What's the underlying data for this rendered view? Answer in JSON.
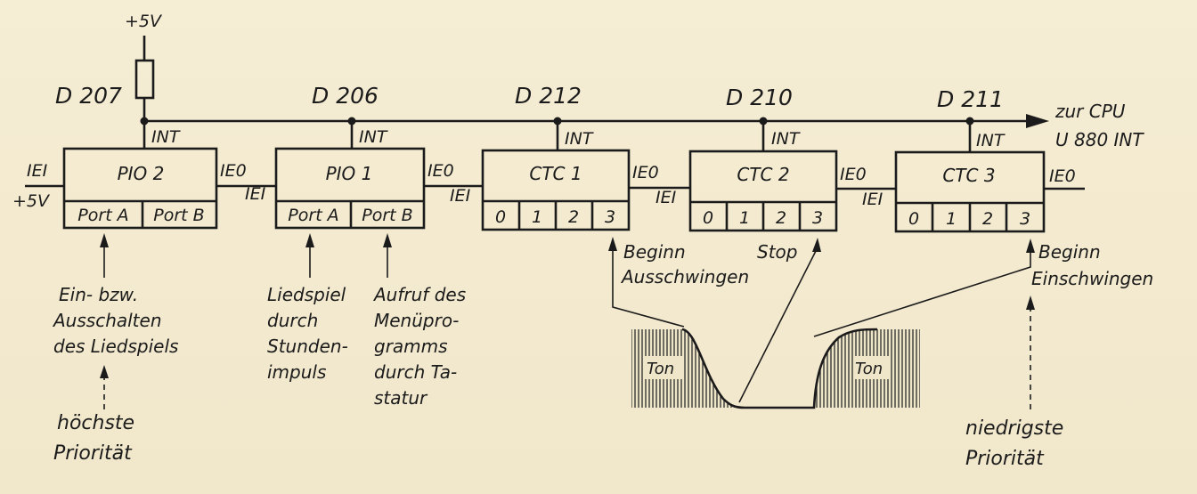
{
  "supply": {
    "top": "+5V",
    "iei": "+5V"
  },
  "bus": {
    "to_cpu_line1": "zur CPU",
    "to_cpu_line2": "U 880 INT"
  },
  "chips": [
    {
      "designator": "D 207",
      "name": "PIO  2",
      "int": "INT",
      "iei": "IEI",
      "ieo": "IE0",
      "ports": [
        "Port  A",
        "Port  B"
      ]
    },
    {
      "designator": "D 206",
      "name": "PIO  1",
      "int": "INT",
      "iei": "IEI",
      "ieo": "IE0",
      "ports": [
        "Port A",
        "Port B"
      ]
    },
    {
      "designator": "D 212",
      "name": "CTC 1",
      "int": "INT",
      "iei": "IEI",
      "ieo": "IE0",
      "ports": [
        "0",
        "1",
        "2",
        "3"
      ]
    },
    {
      "designator": "D 210",
      "name": "CTC 2",
      "int": "INT",
      "iei": "IEI",
      "ieo": "IE0",
      "ports": [
        "0",
        "1",
        "2",
        "3"
      ]
    },
    {
      "designator": "D 211",
      "name": "CTC 3",
      "int": "INT",
      "iei": "IEI",
      "ieo": "IE0",
      "ports": [
        "0",
        "1",
        "2",
        "3"
      ]
    }
  ],
  "notes": {
    "pio2": [
      "Ein-  bzw.",
      "Ausschalten",
      "des Liedspiels"
    ],
    "pio1a": [
      "Liedspiel",
      "durch",
      "Stunden-",
      "impuls"
    ],
    "pio1b": [
      "Aufruf des",
      "Menüpro-",
      "gramms",
      "durch Ta-",
      "statur"
    ],
    "ctc1": [
      "Beginn",
      "Ausschwingen"
    ],
    "ctc2": [
      "Stop"
    ],
    "ctc3": [
      "Beginn",
      "Einschwingen"
    ]
  },
  "priority": {
    "highest": [
      "höchste",
      "Priorität"
    ],
    "lowest": [
      "niedrigste",
      "Priorität"
    ]
  },
  "waveform": {
    "label_left": "Ton",
    "label_right": "Ton"
  }
}
